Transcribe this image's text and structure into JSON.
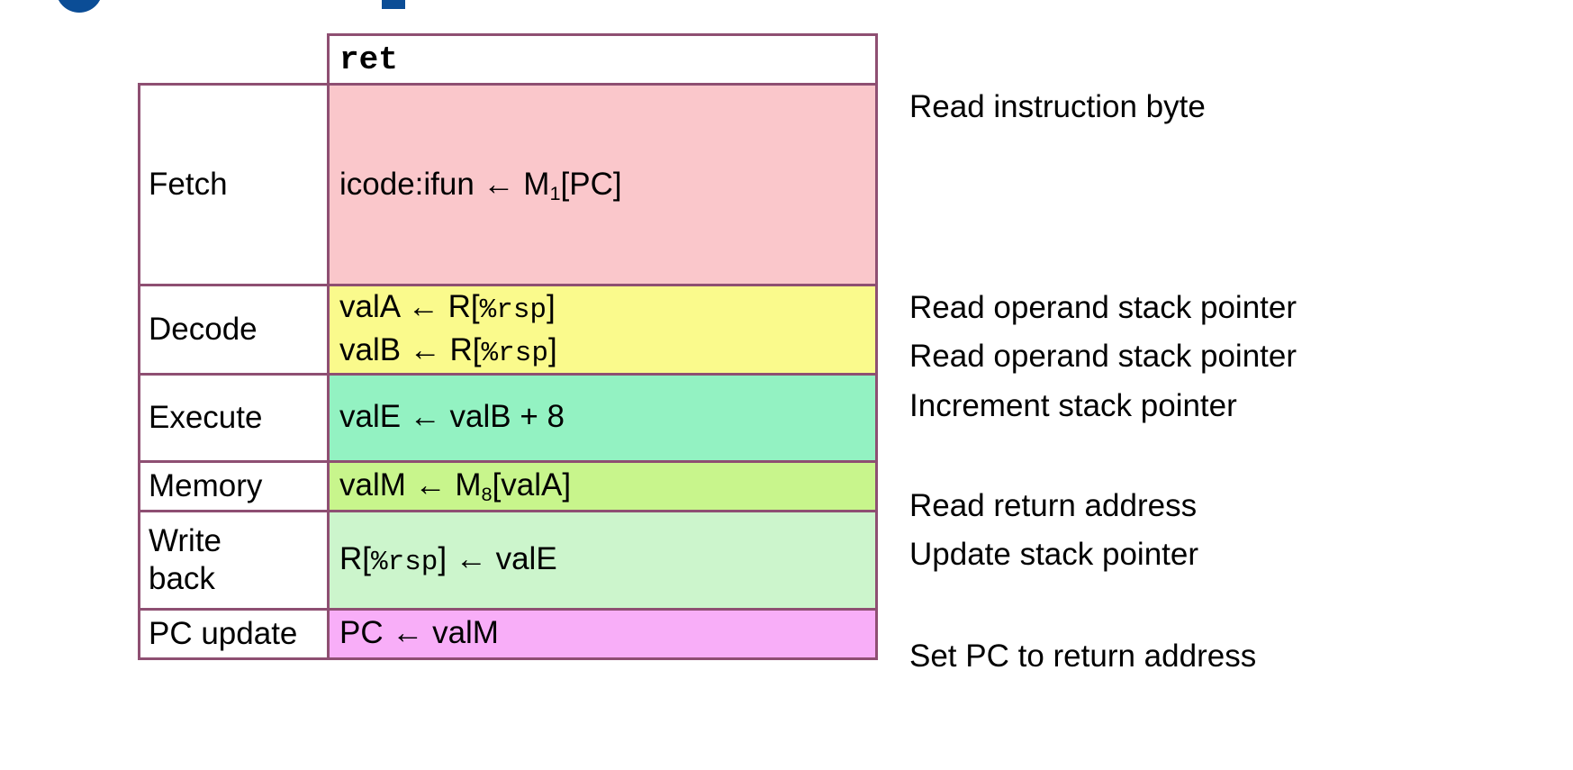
{
  "slide": {
    "title_fragment_color": "#0B4D96",
    "instruction": "ret"
  },
  "table": {
    "border_color": "#8E4F72",
    "highlight_border_color": "#000000",
    "rows": [
      {
        "stage": "Fetch",
        "fill": "#FAC7CB",
        "ops": [
          "icode:ifun ← M₁[PC]"
        ],
        "notes": [
          "Read instruction byte"
        ]
      },
      {
        "stage": "Decode",
        "fill": "#FAFA8C",
        "ops": [
          "valA ← R[%rsp]",
          "valB ← R[%rsp]"
        ],
        "notes": [
          "Read operand stack pointer",
          "Read operand stack pointer"
        ]
      },
      {
        "stage": "Execute",
        "fill": "#93F2C2",
        "ops": [
          "valE ← valB + 8"
        ],
        "notes": [
          "Increment stack pointer"
        ]
      },
      {
        "stage": "Memory",
        "fill": "#C8F58C",
        "highlighted": true,
        "ops": [
          "valM ← M₈[valA]"
        ],
        "notes": [
          "Read return address"
        ]
      },
      {
        "stage": "Write\nback",
        "fill": "#CCF5CC",
        "ops": [
          "R[%rsp] ← valE"
        ],
        "notes": [
          "Update stack pointer"
        ]
      },
      {
        "stage": "PC update",
        "fill": "#F8AEF8",
        "ops": [
          "PC ← valM"
        ],
        "notes": [
          "Set PC to return address"
        ]
      }
    ]
  },
  "cells": {
    "fetch_stage": "Fetch",
    "fetch_op_pre": "icode:ifun ← M",
    "fetch_op_sub": "1",
    "fetch_op_post": "[PC]",
    "decode_stage": "Decode",
    "decode_op1_pre": "valA ← R[",
    "decode_op1_mono": "%rsp",
    "decode_op1_post": "]",
    "decode_op2_pre": "valB ← R[",
    "decode_op2_mono": "%rsp",
    "decode_op2_post": "]",
    "execute_stage": "Execute",
    "execute_op": "valE ← valB + 8",
    "memory_stage": "Memory",
    "memory_op_pre": "valM ← M",
    "memory_op_sub": "8",
    "memory_op_post": "[valA]",
    "writeback_stage": "Write\nback",
    "writeback_op_pre": "R[",
    "writeback_op_mono": "%rsp",
    "writeback_op_post": "] ← valE",
    "pcupdate_stage": "PC update",
    "pcupdate_op": "PC ← valM"
  },
  "notes": {
    "fetch": "Read instruction byte",
    "decode_a": "Read operand stack pointer",
    "decode_b": "Read operand stack pointer",
    "execute": "Increment stack pointer",
    "memory": "Read return address",
    "writeback": "Update stack pointer",
    "pcupdate": "Set PC to return address"
  }
}
